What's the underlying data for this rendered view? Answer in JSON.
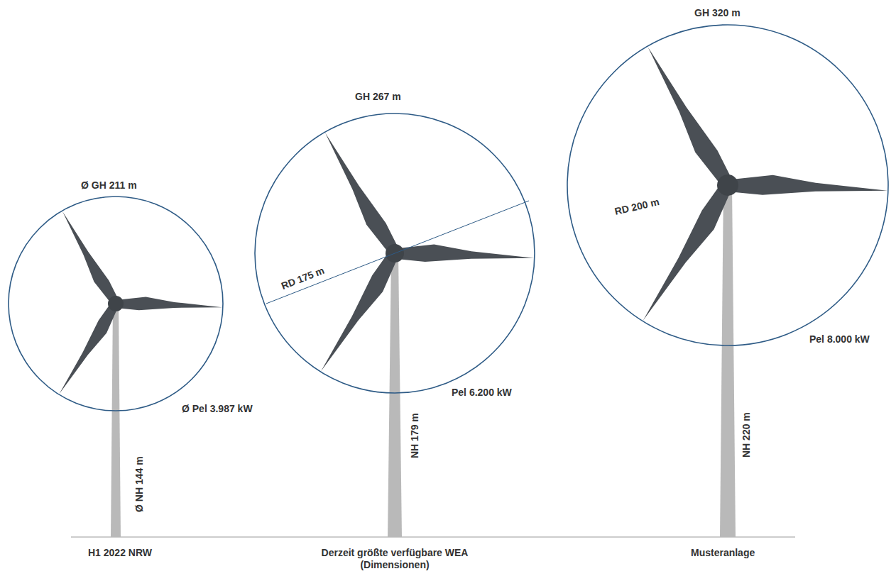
{
  "diagram": {
    "labels": [
      "Ø GH 211 m",
      "Ø Pel 3.987 kW",
      "Ø NH 144 m",
      "GH 267 m",
      "RD 175 m",
      "Pel 6.200 kW",
      "NH 179 m",
      "GH 320 m",
      "RD 200 m",
      "Pel 8.000 kW",
      "NH 220 m",
      "H1 2022 NRW",
      "Derzeit größte verfügbare WEA (Dimensionen)",
      "Musteranlage"
    ]
  }
}
